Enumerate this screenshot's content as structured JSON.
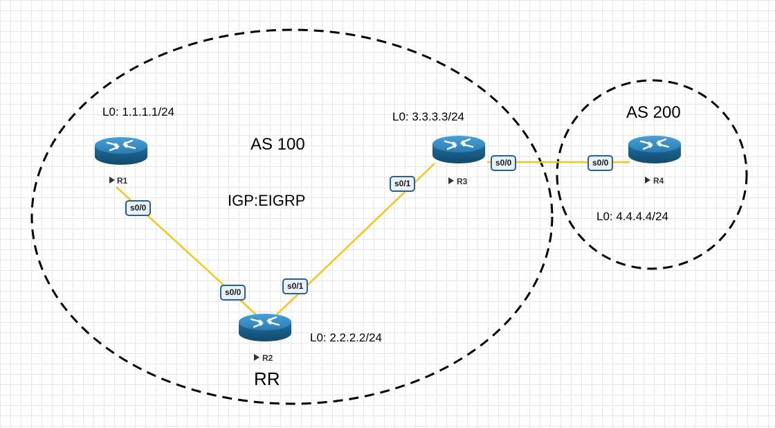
{
  "colors": {
    "router_body": "#1e6b99",
    "router_top": "#3a8fc4",
    "link": "#f5c518",
    "iface_border": "#2c5f8c",
    "iface_fill": "#e8f1fb",
    "grid": "#e6e6e6"
  },
  "icons": {
    "router": "router-icon",
    "arrow": "play-arrow-icon"
  },
  "as_100": {
    "label": "AS 100",
    "igp": "IGP:EIGRP"
  },
  "as_200": {
    "label": "AS 200"
  },
  "routers": {
    "r1": {
      "name": "R1",
      "loopback": "L0:  1.1.1.1/24"
    },
    "r2": {
      "name": "R2",
      "loopback": "L0:  2.2.2.2/24",
      "role": "RR"
    },
    "r3": {
      "name": "R3",
      "loopback": "L0:  3.3.3.3/24"
    },
    "r4": {
      "name": "R4",
      "loopback": "L0:  4.4.4.4/24"
    }
  },
  "links": [
    {
      "from": "R1",
      "to": "R2",
      "from_iface": "s0/0",
      "to_iface": "s0/0"
    },
    {
      "from": "R2",
      "to": "R3",
      "from_iface": "s0/1",
      "to_iface": "s0/1"
    },
    {
      "from": "R3",
      "to": "R4",
      "from_iface": "s0/0",
      "to_iface": "s0/0"
    }
  ]
}
